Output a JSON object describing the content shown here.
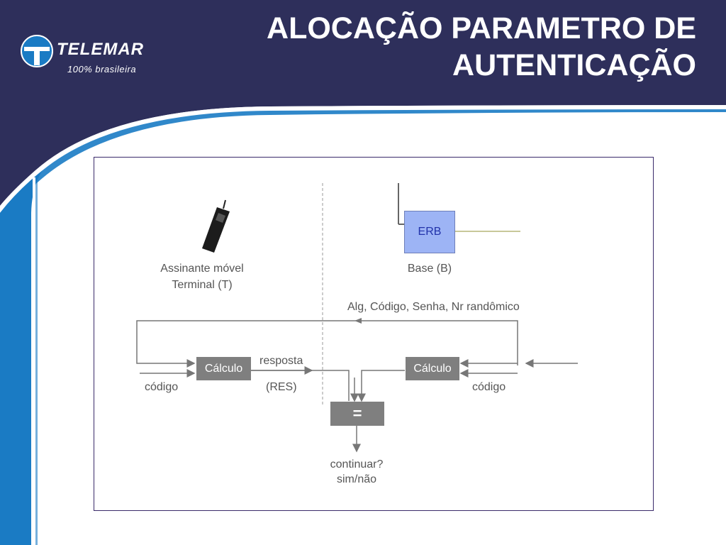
{
  "logo": {
    "name": "TELEMAR",
    "tagline": "100% brasileira"
  },
  "title": {
    "line1": "ALOCAÇÃO PARAMETRO DE",
    "line2": "AUTENTICAÇÃO"
  },
  "diagram": {
    "mobile_label_1": "Assinante móvel",
    "mobile_label_2": "Terminal (T)",
    "erb_label": "ERB",
    "base_label": "Base (B)",
    "params_label": "Alg, Código, Senha, Nr randômico",
    "calc_left_label": "Cálculo",
    "calc_right_label": "Cálculo",
    "response_label_1": "resposta",
    "response_label_2": "(RES)",
    "code_left_label": "código",
    "code_right_label": "código",
    "compare_label": "=",
    "continue_label_1": "continuar?",
    "continue_label_2": "sim/não"
  },
  "colors": {
    "header_navy": "#2e2f5b",
    "accent_blue": "#1a7bc4",
    "box_gray": "#7f7f7f",
    "erb_fill": "#9db4f5",
    "antenna_line": "#c8c89a"
  }
}
